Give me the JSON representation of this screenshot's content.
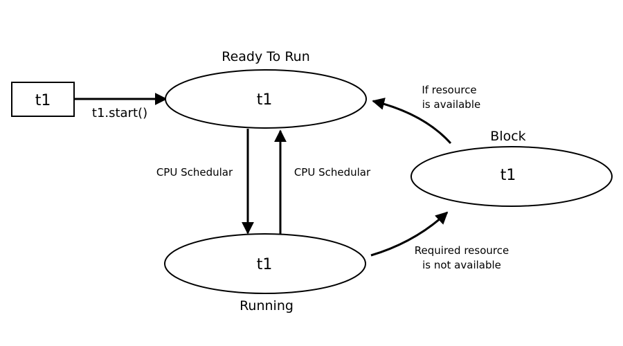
{
  "colors": {
    "stroke": "#000000",
    "background": "#ffffff",
    "text": "#000000"
  },
  "nodes": {
    "thread_box": {
      "label": "t1"
    },
    "ready": {
      "title": "Ready To Run",
      "label": "t1"
    },
    "running": {
      "title": "Running",
      "label": "t1"
    },
    "block": {
      "title": "Block",
      "label": "t1"
    }
  },
  "edges": {
    "start": {
      "label": "t1.start()"
    },
    "ready_to_running": {
      "label": "CPU Schedular"
    },
    "running_to_ready": {
      "label": "CPU Schedular"
    },
    "running_to_block": {
      "line1": "Required resource",
      "line2": "is not available"
    },
    "block_to_ready": {
      "line1": "If resource",
      "line2": "is available"
    }
  }
}
